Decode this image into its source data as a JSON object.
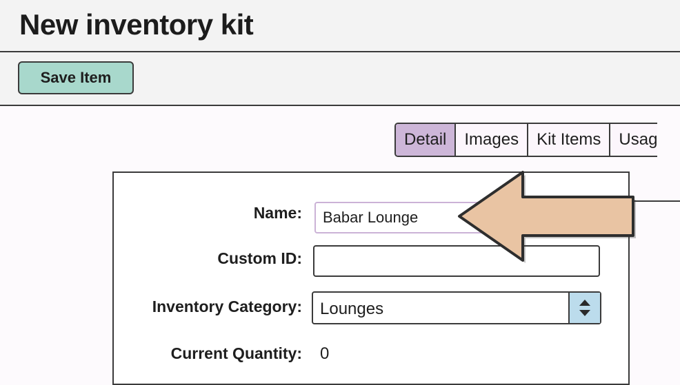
{
  "header": {
    "title": "New inventory kit"
  },
  "toolbar": {
    "save_label": "Save Item",
    "save_color": "#a8d8cc"
  },
  "tabs": [
    {
      "label": "Detail",
      "active": true
    },
    {
      "label": "Images",
      "active": false
    },
    {
      "label": "Kit Items",
      "active": false
    },
    {
      "label": "Usag",
      "active": false
    }
  ],
  "form": {
    "name": {
      "label": "Name:",
      "value": "Babar Lounge"
    },
    "custom_id": {
      "label": "Custom ID:",
      "value": ""
    },
    "category": {
      "label": "Inventory Category:",
      "value": "Lounges"
    },
    "quantity": {
      "label": "Current Quantity:",
      "value": "0"
    }
  },
  "colors": {
    "tab_active": "#cdb6d8",
    "arrow_fill": "#e9c4a3",
    "stepper": "#bcdcec"
  },
  "icons": {
    "stepper": "up-down-arrows-icon",
    "callout": "left-arrow-icon"
  }
}
